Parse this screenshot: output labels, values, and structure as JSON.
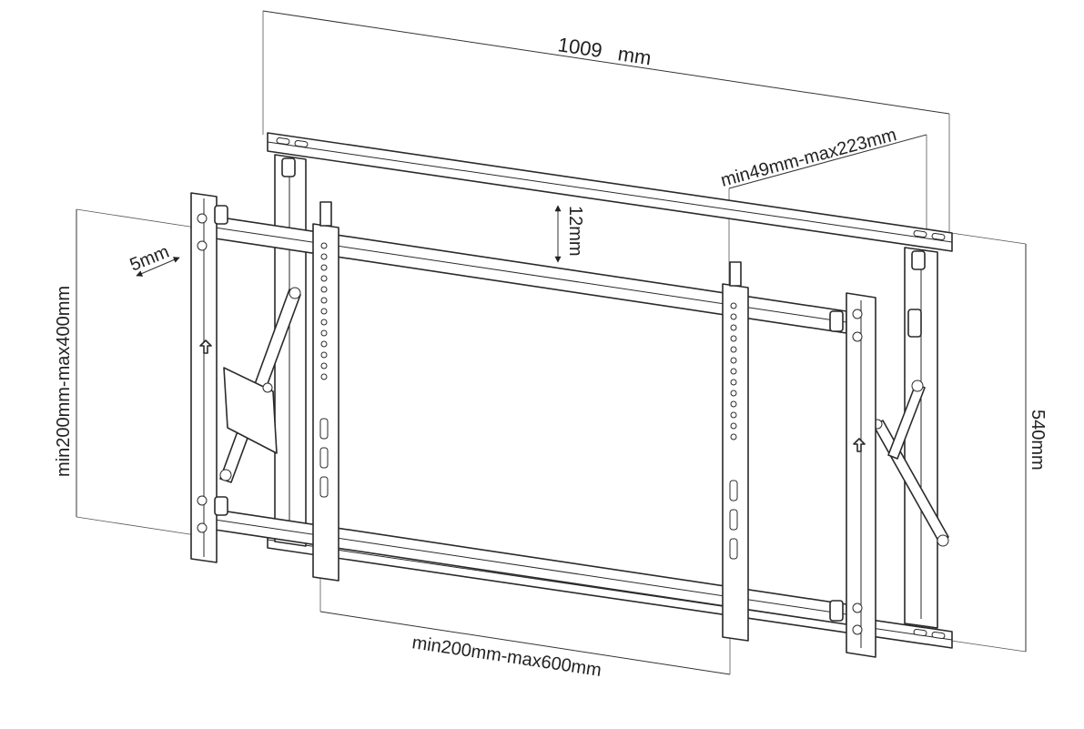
{
  "colors": {
    "line": "#2a2a2a",
    "background": "#ffffff",
    "text": "#222222"
  },
  "dimensions": {
    "overall_width": {
      "value": "1009",
      "unit": "mm"
    },
    "depth_range": "min49mm-max223mm",
    "micro_adjust": "12mm",
    "lateral_adjust": "5mm",
    "vertical_range": "min200mm-max400mm",
    "height": "540mm",
    "horizontal_range": "min200mm-max600mm"
  }
}
